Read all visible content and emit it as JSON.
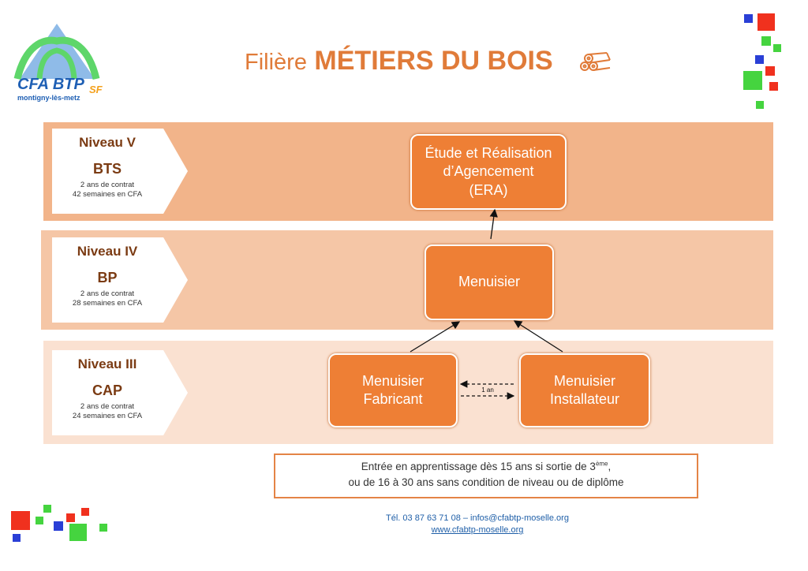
{
  "logo": {
    "main": "CFA BTP",
    "sub": "montigny-lès-metz",
    "suffix": "SF"
  },
  "title": {
    "prefix": "Filière",
    "main": "MÉTIERS DU BOIS",
    "icon": "wood-logs-icon"
  },
  "levels": [
    {
      "level": "Niveau V",
      "diploma": "BTS",
      "duration": "2 ans de contrat",
      "weeks": "42 semaines en CFA"
    },
    {
      "level": "Niveau IV",
      "diploma": "BP",
      "duration": "2 ans de contrat",
      "weeks": "28 semaines en CFA"
    },
    {
      "level": "Niveau III",
      "diploma": "CAP",
      "duration": "2 ans de contrat",
      "weeks": "24 semaines en CFA"
    }
  ],
  "jobs": {
    "era": {
      "line1": "Étude et Réalisation",
      "line2": "d’Agencement",
      "line3": "(ERA)"
    },
    "menuisier": "Menuisier",
    "fabricant": {
      "line1": "Menuisier",
      "line2": "Fabricant"
    },
    "installateur": {
      "line1": "Menuisier",
      "line2": "Installateur"
    }
  },
  "link_label": "1 an",
  "note": {
    "line1": "Entrée en apprentissage dès 15 ans si sortie de 3",
    "sup": "ème",
    "line1_end": ",",
    "line2": "ou de 16 à 30 ans sans condition de niveau ou de diplôme"
  },
  "contact": {
    "line": "Tél. 03 87 63 71 08 – infos@cfabtp-moselle.org",
    "website": "www.cfabtp-moselle.org"
  },
  "colors": {
    "accent": "#ee7f35",
    "band_dark": "#f2b48a",
    "band_mid": "#f5c6a6",
    "band_light": "#fae1d1",
    "text_brown": "#7b3b13"
  }
}
